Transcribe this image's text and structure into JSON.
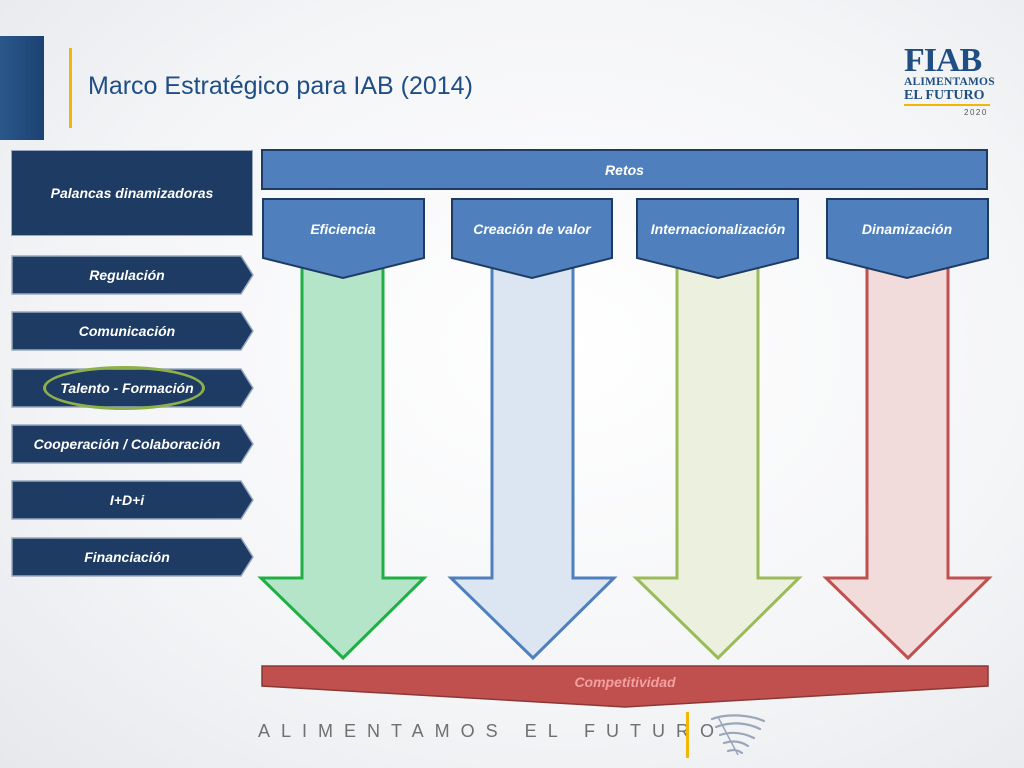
{
  "header": {
    "title": "Marco Estratégico para IAB (2014)"
  },
  "logo": {
    "wordmark": "FIAB",
    "line1": "ALIMENTAMOS",
    "line2": "EL FUTURO",
    "year": "2020"
  },
  "levers": {
    "header": "Palancas dinamizadoras",
    "items": [
      {
        "label": "Regulación"
      },
      {
        "label": "Comunicación"
      },
      {
        "label": "Talento - Formación",
        "highlighted": true
      },
      {
        "label": "Cooperación / Colaboración"
      },
      {
        "label": "I+D+i"
      },
      {
        "label": "Financiación"
      }
    ]
  },
  "challenges": {
    "header": "Retos",
    "items": [
      {
        "label": "Eficiencia",
        "color": "#b5e5c8",
        "border": "#1fb045"
      },
      {
        "label": "Creación de valor",
        "color": "#dce6f2",
        "border": "#4f80bd"
      },
      {
        "label": "Internacionalización",
        "color": "#ebf1de",
        "border": "#9bbb59"
      },
      {
        "label": "Dinamización",
        "color": "#f2dcdb",
        "border": "#c0504d"
      }
    ]
  },
  "result": {
    "label": "Competitividad",
    "color": "#c0504d"
  },
  "colors": {
    "primary": "#1f4e85",
    "dark_navy": "#1e3b63",
    "bar_blue": "#4f80bd",
    "accent_gold": "#f2b705"
  },
  "footer": {
    "tagline": "ALIMENTAMOS EL FUTURO"
  }
}
